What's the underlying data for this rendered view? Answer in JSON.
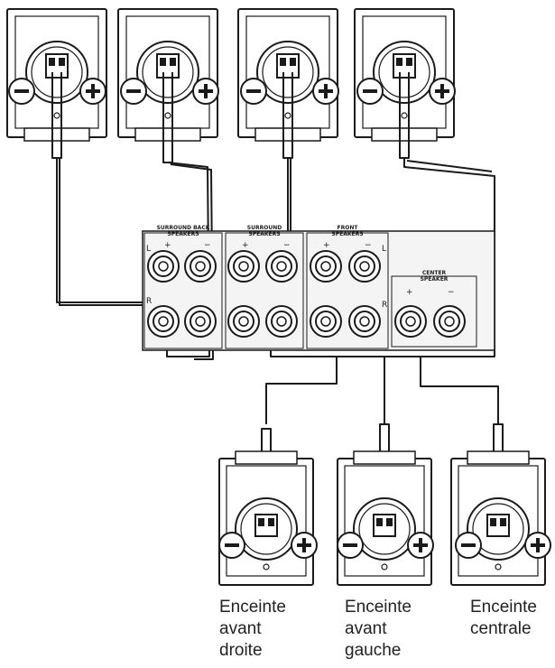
{
  "terminal_panel": {
    "groups": [
      {
        "id": "surround-back",
        "label_line1": "SURROUND BACK",
        "label_line2": "SPEAKERS",
        "plus": "+",
        "minus": "−",
        "side_top": "L",
        "side_bottom": "R"
      },
      {
        "id": "surround",
        "label_line1": "SURROUND",
        "label_line2": "SPEAKERS",
        "plus": "+",
        "minus": "−"
      },
      {
        "id": "front",
        "label_line1": "FRONT",
        "label_line2": "SPEAKERS",
        "plus": "+",
        "minus": "−",
        "side_top": "L",
        "side_bottom": "R"
      },
      {
        "id": "center",
        "label_line1": "CENTER",
        "label_line2": "SPEAKER",
        "plus": "+",
        "minus": "−"
      }
    ]
  },
  "captions": {
    "front_right": [
      "Enceinte",
      "avant",
      "droite"
    ],
    "front_left": [
      "Enceinte",
      "avant",
      "gauche"
    ],
    "center": [
      "Enceinte",
      "centrale"
    ]
  },
  "icons": {
    "minus": "minus-circle-icon",
    "plus": "plus-circle-icon"
  },
  "colors": {
    "line": "#1a1a1a",
    "panel": "#f4f4f4"
  }
}
